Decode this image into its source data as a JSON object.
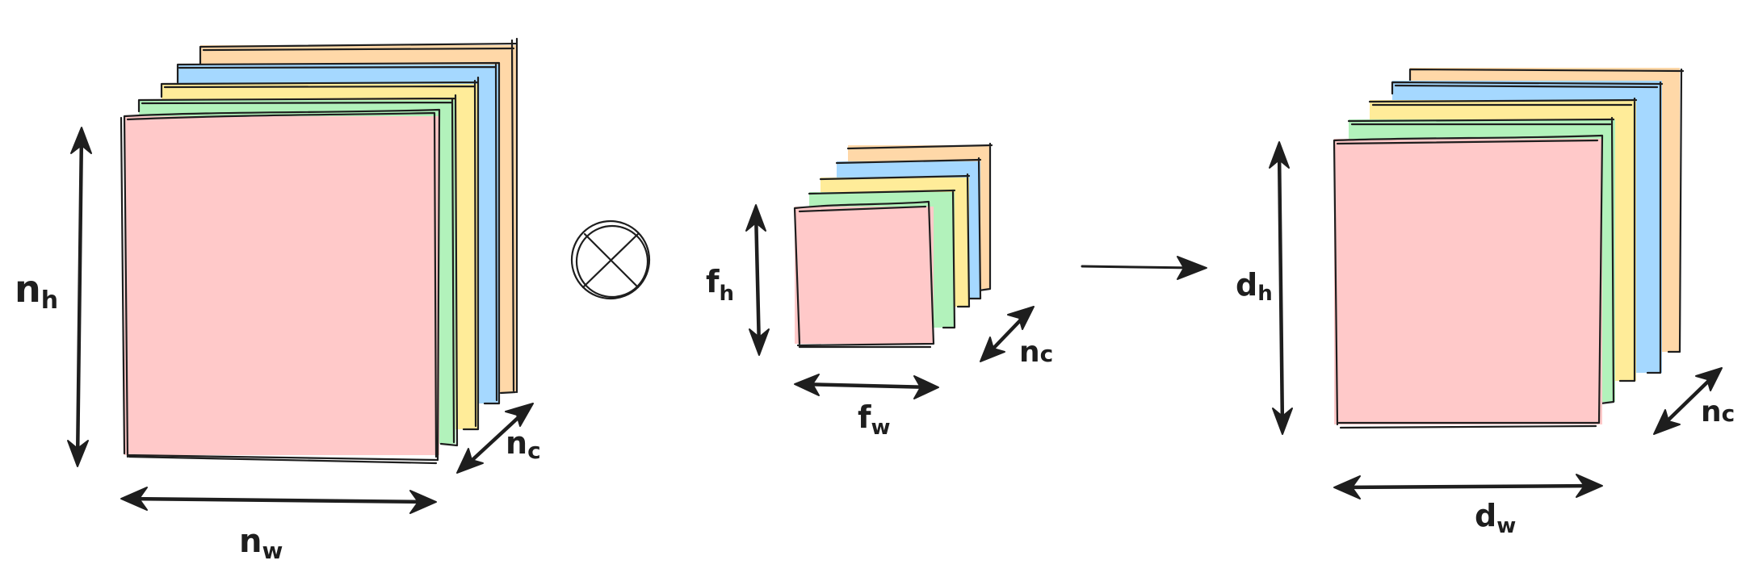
{
  "colors": {
    "pink": "#ffc9c9",
    "green": "#b2f2bb",
    "yellow": "#ffec99",
    "blue": "#a5d8ff",
    "orange": "#ffd8a8",
    "stroke": "#1e1e1e"
  },
  "input": {
    "height_label": "n",
    "height_sub": "h",
    "width_label": "n",
    "width_sub": "w",
    "depth_label": "n",
    "depth_sub": "c"
  },
  "operator": {
    "icon": "circled-times-icon"
  },
  "filter": {
    "height_label": "f",
    "height_sub": "h",
    "width_label": "f",
    "width_sub": "w",
    "depth_label": "n",
    "depth_sub": "c"
  },
  "output": {
    "height_label": "d",
    "height_sub": "h",
    "width_label": "d",
    "width_sub": "w",
    "depth_label": "n",
    "depth_sub": "c"
  }
}
